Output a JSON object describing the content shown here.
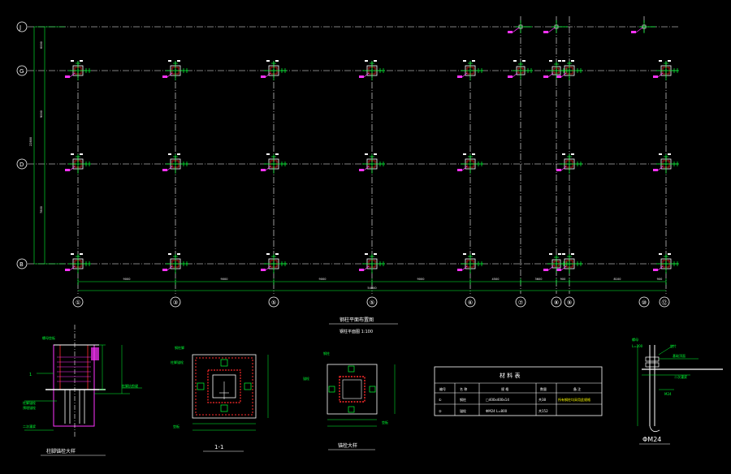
{
  "colors": {
    "background": "#000000",
    "line_white": "#ffffff",
    "dim_green": "#00ff33",
    "magenta": "#ff33ff",
    "red": "#ff2a2a",
    "yellow": "#ffff00"
  },
  "axes": {
    "rows": [
      {
        "label": "Ⓙ",
        "id": "J"
      },
      {
        "label": "Ⓖ",
        "id": "G"
      },
      {
        "label": "Ⓓ",
        "id": "D"
      },
      {
        "label": "Ⓑ",
        "id": "B"
      }
    ],
    "columns": [
      "①",
      "③",
      "⑤",
      "⑤",
      "⑥",
      "⑦",
      "⑧",
      "⑨",
      "⑩",
      "⑫"
    ]
  },
  "plan": {
    "title": "钢柱平面布置图",
    "subtitle": "钢柱平面图 1:100",
    "total_dim": "54000",
    "left_dims": [
      "6000",
      "9000",
      "7800"
    ],
    "left_total": "22800",
    "bay_dims": [
      "9000",
      "9000",
      "9000",
      "9000",
      "4500",
      "3600",
      "900",
      "8100",
      "900"
    ]
  },
  "details": {
    "detail_a_title": "柱脚锚栓大样",
    "section_title": "1-1",
    "detail_c_title": "锚栓大样",
    "bolt_title": "ΦM24"
  },
  "table": {
    "title": "材 料 表",
    "headers": [
      "编号",
      "名 称",
      "规 格",
      "数量",
      "备 注"
    ],
    "rows": [
      [
        "①",
        "钢柱",
        "□400x400x14",
        "共38",
        "所有钢柱均采用此规格"
      ],
      [
        "②",
        "锚栓",
        "ΦM24 L=800",
        "共152",
        ""
      ]
    ]
  }
}
